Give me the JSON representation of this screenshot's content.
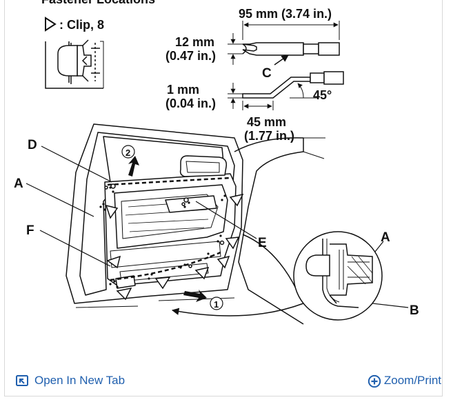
{
  "diagram": {
    "heading_partial": "Fastener Locations",
    "clip_legend": ": Clip, 8",
    "dim_length_mm": "95 mm (3.74 in.)",
    "dim_width_mm": "12 mm",
    "dim_width_in": "(0.47 in.)",
    "dim_thick_mm": "1 mm",
    "dim_thick_in": "(0.04 in.)",
    "dim_bend_mm": "45 mm",
    "dim_bend_in": "(1.77 in.)",
    "angle": "45°",
    "callouts": {
      "A": "A",
      "B": "B",
      "C": "C",
      "D": "D",
      "E": "E",
      "F": "F",
      "step1": "1",
      "step2": "2"
    }
  },
  "toolbar": {
    "open_tab_label": "Open In New Tab",
    "zoom_label": "Zoom/Print",
    "accent": "#1f5fae"
  }
}
